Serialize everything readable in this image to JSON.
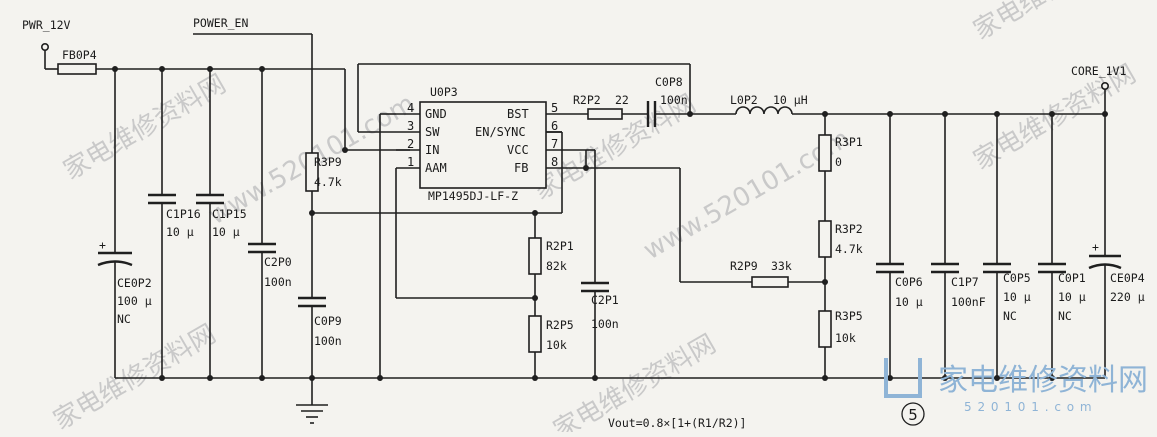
{
  "nets": {
    "pwr_12v": "PWR_12V",
    "power_en": "POWER_EN",
    "core_1v1": "CORE_1V1"
  },
  "ic": {
    "ref": "U0P3",
    "part": "MP1495DJ-LF-Z",
    "pins_left": [
      {
        "num": "4",
        "name": "GND"
      },
      {
        "num": "3",
        "name": "SW"
      },
      {
        "num": "2",
        "name": "IN"
      },
      {
        "num": "1",
        "name": "AAM"
      }
    ],
    "pins_right": [
      {
        "num": "5",
        "name": "BST"
      },
      {
        "num": "6",
        "name": "EN/SYNC"
      },
      {
        "num": "7",
        "name": "VCC"
      },
      {
        "num": "8",
        "name": "FB"
      }
    ]
  },
  "components": {
    "fb0p4": {
      "ref": "FB0P4"
    },
    "ce0p2": {
      "ref": "CE0P2",
      "value": "100 μ",
      "note": "NC"
    },
    "c1p16": {
      "ref": "C1P16",
      "value": "10 μ"
    },
    "c1p15": {
      "ref": "C1P15",
      "value": "10 μ"
    },
    "c2p0": {
      "ref": "C2P0",
      "value": "100n"
    },
    "r3p9": {
      "ref": "R3P9",
      "value": "4.7k"
    },
    "c0p9": {
      "ref": "C0P9",
      "value": "100n"
    },
    "r2p2": {
      "ref": "R2P2",
      "value": "22"
    },
    "c0p8": {
      "ref": "C0P8",
      "value": "100n"
    },
    "l0p2": {
      "ref": "L0P2",
      "value": "10 μH"
    },
    "r2p1": {
      "ref": "R2P1",
      "value": "82k"
    },
    "r2p5": {
      "ref": "R2P5",
      "value": "10k"
    },
    "c2p1": {
      "ref": "C2P1",
      "value": "100n"
    },
    "r2p9": {
      "ref": "R2P9",
      "value": "33k"
    },
    "r3p1": {
      "ref": "R3P1",
      "value": "0"
    },
    "r3p2": {
      "ref": "R3P2",
      "value": "4.7k"
    },
    "r3p5": {
      "ref": "R3P5",
      "value": "10k"
    },
    "c0p6": {
      "ref": "C0P6",
      "value": "10 μ"
    },
    "c1p7": {
      "ref": "C1P7",
      "value": "100nF"
    },
    "c0p5": {
      "ref": "C0P5",
      "value": "10 μ",
      "note": "NC"
    },
    "c0p1": {
      "ref": "C0P1",
      "value": "10 μ",
      "note": "NC"
    },
    "ce0p4": {
      "ref": "CE0P4",
      "value": "220 μ"
    }
  },
  "formula": "Vout=0.8×[1+(R1/R2)]",
  "page_number": "5",
  "watermark": {
    "text": "家电维修资料网",
    "url": "www.520101.com",
    "logo_text": "家电维修资料网",
    "logo_url": "5 2 0 1 0 1 . c o m",
    "color": "#8fb4d6"
  }
}
